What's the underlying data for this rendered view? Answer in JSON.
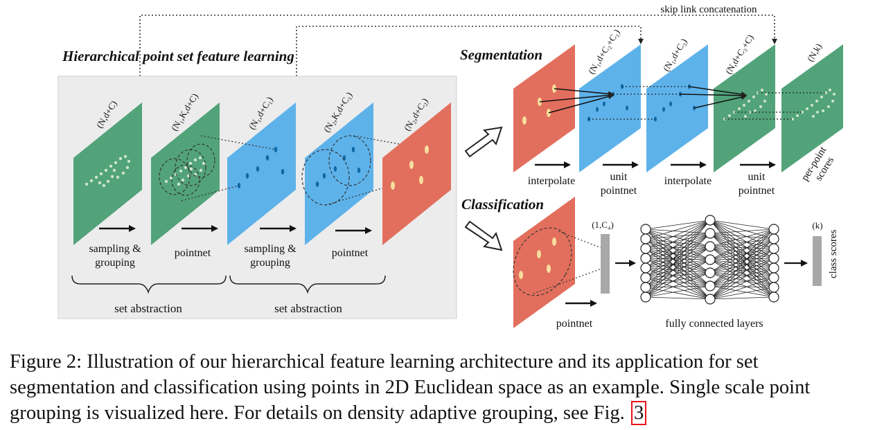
{
  "figure": {
    "title_hier": "Hierarchical point set feature learning",
    "title_seg": "Segmentation",
    "title_cls": "Classification",
    "skip_link": "skip link concatenation",
    "colors": {
      "green": "#52a37a",
      "blue": "#5eb2ea",
      "red": "#e26f5d",
      "panel_bg": "#ececec"
    },
    "hier": {
      "labels": [
        "(N,d+C)",
        "(N₁,K,d+C)",
        "(N₁,d+C₁)",
        "(N₂,K,d+C₁)",
        "(N₂,d+C₂)"
      ],
      "steps": [
        "sampling &",
        "grouping",
        "pointnet",
        "sampling &",
        "grouping",
        "pointnet"
      ],
      "groups": [
        "set abstraction",
        "set abstraction"
      ]
    },
    "seg": {
      "labels": [
        "(N₁,d+C₂+C₁)",
        "(N₁,d+C₃)",
        "(N,d+C₃+C)",
        "(N,k)"
      ],
      "steps": [
        "interpolate",
        "unit",
        "pointnet",
        "interpolate",
        "unit",
        "pointnet"
      ],
      "scores": [
        "per-point",
        "scores"
      ]
    },
    "cls": {
      "label_c4": "(1,C₄)",
      "label_k": "(k)",
      "pointnet": "pointnet",
      "fc": "fully connected layers",
      "scores": "class scores"
    }
  },
  "caption": {
    "line1": "Figure 2: Illustration of our hierarchical feature learning architecture and its application for set",
    "line2": "segmentation and classification using points in 2D Euclidean space as an example. Single scale point",
    "line3": "grouping is visualized here. For details on density adaptive grouping, see Fig.",
    "ref": "3"
  }
}
